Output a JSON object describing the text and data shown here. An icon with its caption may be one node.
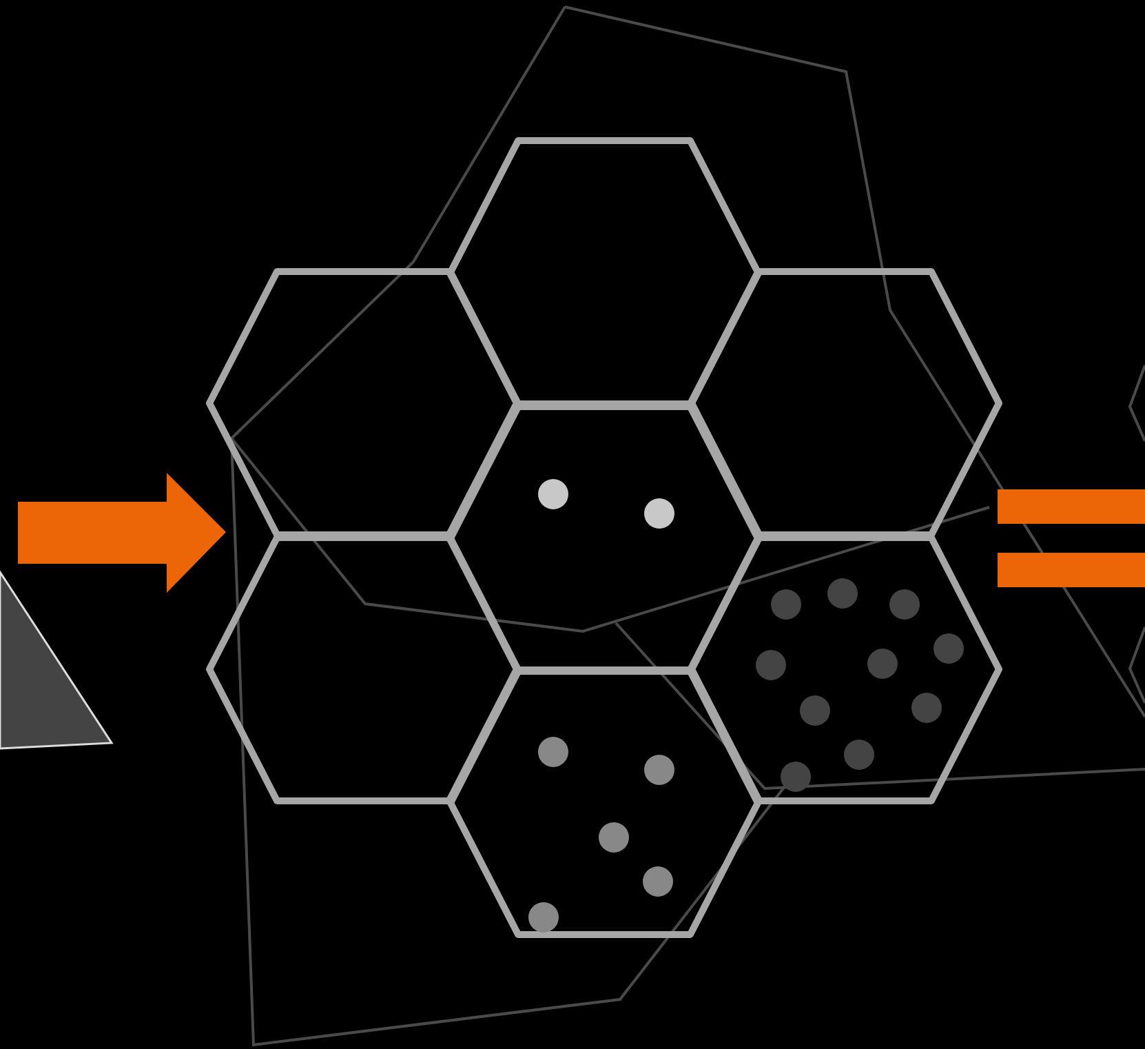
{
  "diagram": {
    "nodes": [
      {
        "text": [],
        "shape": "hexagon"
      },
      {
        "text": [],
        "shape": "hexagon"
      },
      {
        "text": [],
        "shape": "hexagon"
      },
      {
        "text": [],
        "shape": "hexagon"
      },
      {
        "text": [],
        "shape": "hexagon"
      },
      {
        "text": [],
        "shape": "hexagon"
      },
      {
        "text": [],
        "shape": "hexagon"
      }
    ]
  }
}
